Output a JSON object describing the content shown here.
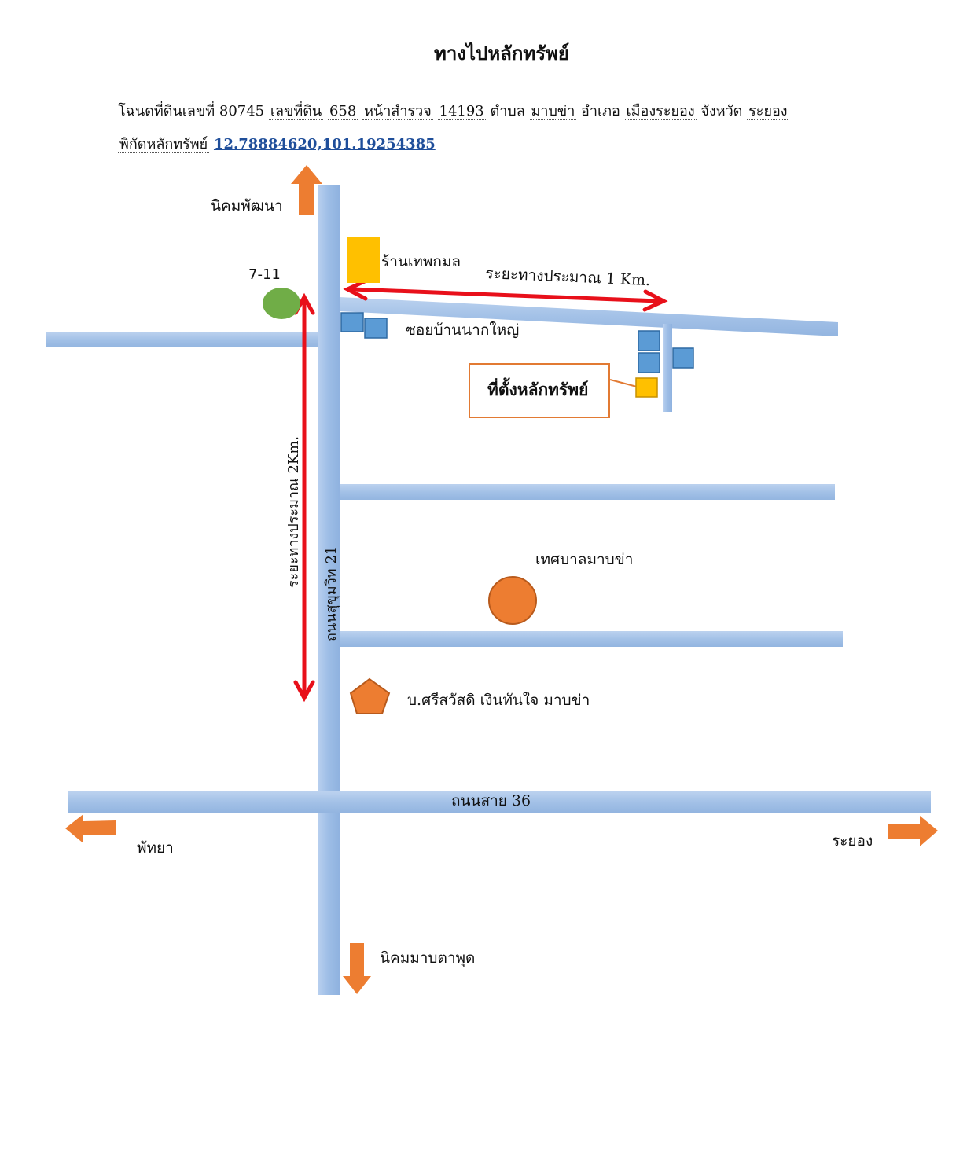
{
  "title": "ทางไปหลักทรัพย์",
  "deed_line": {
    "deed_label": "โฉนดที่ดินเลขที่",
    "deed_no": "80745",
    "land_label": "เลขที่ดิน",
    "land_no": "658",
    "survey_label": "หน้าสำรวจ",
    "survey_no": "14193",
    "subdistrict_label": "ตำบล",
    "subdistrict": "มาบข่า",
    "district_label": "อำเภอ",
    "district": "เมืองระยอง",
    "province_label": "จังหวัด",
    "province": "ระยอง"
  },
  "coords_line": {
    "label": "พิกัดหลักทรัพย์",
    "value": "12.78884620,101.19254385"
  },
  "map_labels": {
    "north": "นิคมพัฒนา",
    "seven_eleven": "7-11",
    "shop": "ร้านเทพกมล",
    "distance_1": "ระยะทางประมาณ 1 Km.",
    "soi": "ซอยบ้านนากใหญ่",
    "property": "ที่ตั้งหลักทรัพย์",
    "distance_2": "ระยะทางประมาณ 2Km.",
    "road_main": "ถนนสุขุมวิท 21",
    "municipality": "เทศบาลมาบข่า",
    "company": "บ.ศรีสวัสดิ เงินทันใจ มาบข่า",
    "road_36": "ถนนสาย 36",
    "west": "พัทยา",
    "east": "ระยอง",
    "south": "นิคมมาบตาพุด"
  },
  "colors": {
    "road": "#9dbde6",
    "arrow_orange": "#ed7d31",
    "distance_red": "#e8101a",
    "building_blue": "#5b9bd5",
    "marker_yellow": "#ffc000",
    "marker_green": "#70ad47",
    "link_blue": "#1f4e9a"
  }
}
